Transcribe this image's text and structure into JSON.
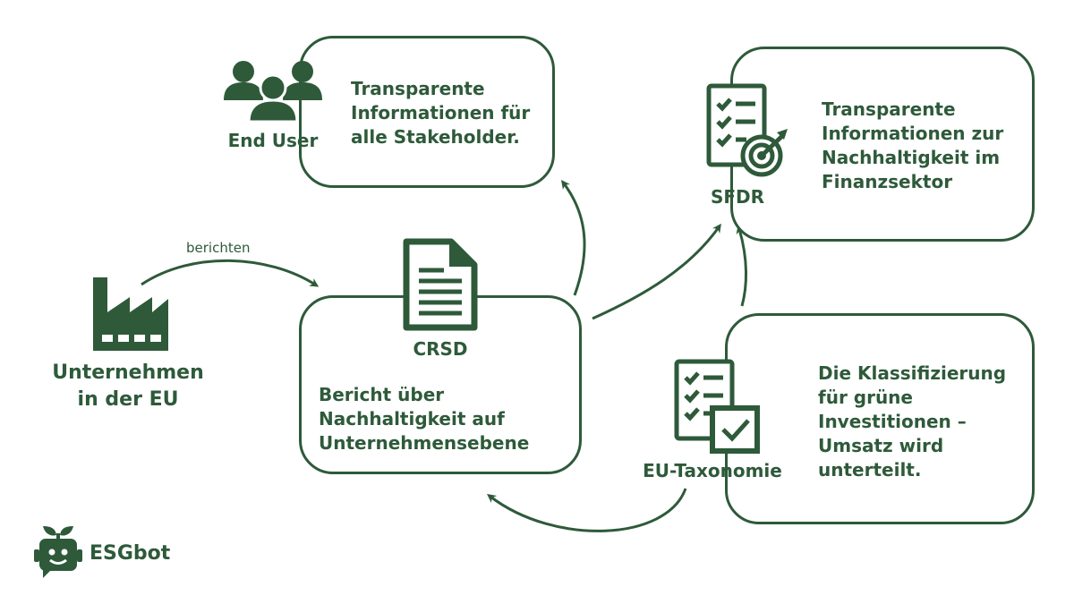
{
  "colors": {
    "primary": "#2e5a3a",
    "background": "#ffffff"
  },
  "end_user": {
    "label": "End User",
    "text": "Transparente\nInformationen für\nalle Stakeholder.",
    "icon": "users-icon"
  },
  "sfdr": {
    "label": "SFDR",
    "text": "Transparente\nInformationen zur\nNachhaltigkeit im\nFinanzsektor",
    "icon": "checklist-target-icon"
  },
  "company": {
    "label": "Unternehmen\nin der EU",
    "icon": "factory-icon",
    "arrow_label": "berichten"
  },
  "crsd": {
    "label": "CRSD",
    "text": "Bericht über\nNachhaltigkeit auf\nUnternehmensebene",
    "icon": "document-icon"
  },
  "taxonomy": {
    "label": "EU-Taxonomie",
    "text": "Die Klassifizierung\nfür grüne\nInvestitionen –\nUmsatz wird\nunterteilt.",
    "icon": "checklist-checkbox-icon"
  },
  "brand": {
    "name": "ESGbot",
    "icon": "esgbot-logo-icon"
  }
}
